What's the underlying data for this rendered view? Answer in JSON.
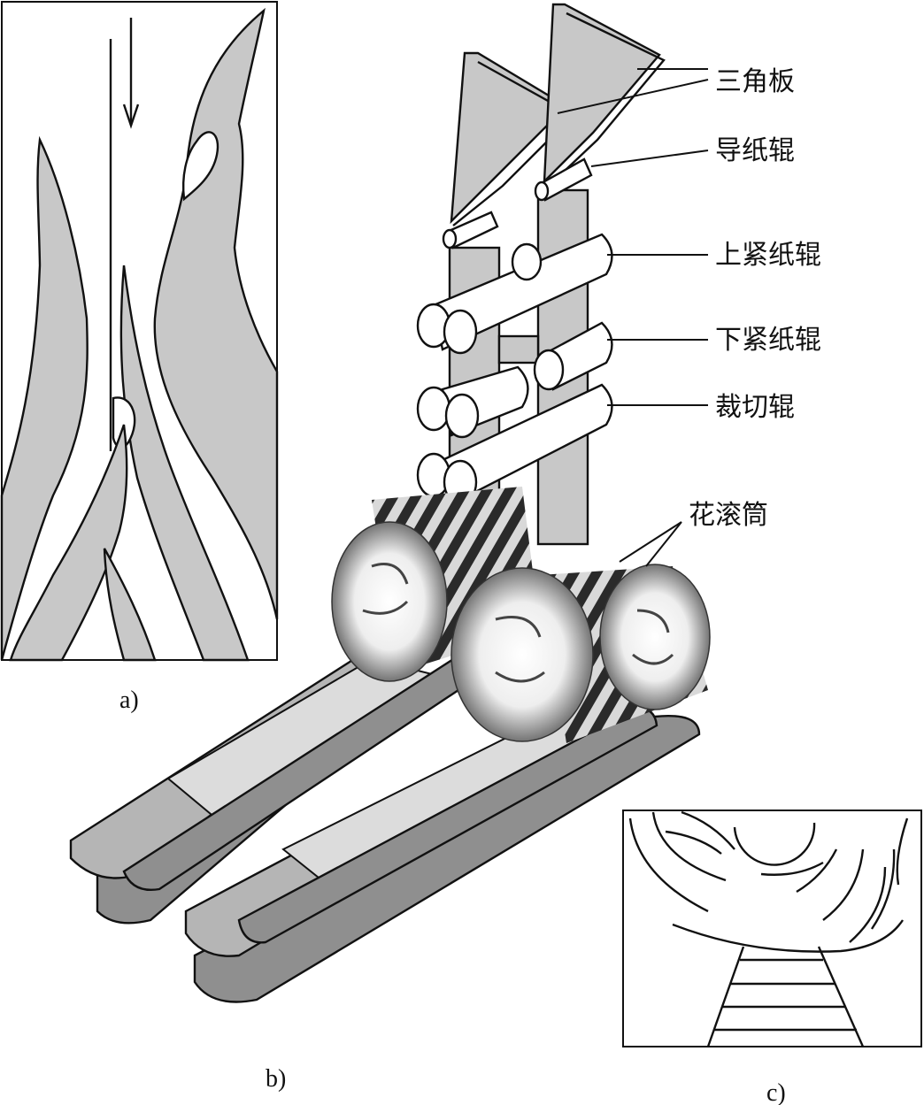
{
  "labels": {
    "triangle_plate": "三角板",
    "guide_roller": "导纸辊",
    "upper_tension_roller": "上紧纸辊",
    "lower_tension_roller": "下紧纸辊",
    "cutting_roller": "裁切辊",
    "flower_drum": "花滚筒"
  },
  "captions": {
    "a": "a)",
    "b": "b)",
    "c": "c)"
  },
  "colors": {
    "ink": "#111111",
    "fill_gray": "#c8c8c8",
    "belt_dark": "#8f8f8f",
    "belt_light": "#dcdcdc"
  }
}
